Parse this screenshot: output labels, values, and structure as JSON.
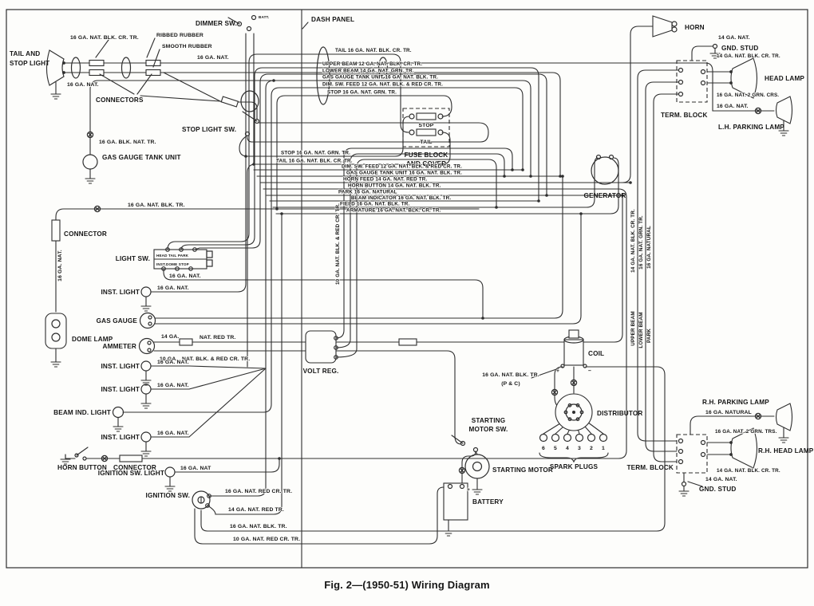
{
  "figure": {
    "caption": "Fig. 2—(1950-51) Wiring Diagram"
  },
  "panel": {
    "dash": "DASH PANEL"
  },
  "left": {
    "tail_stop_1": "TAIL AND",
    "tail_stop_2": "STOP LIGHT",
    "w_blkcr": "16 GA. NAT. BLK. CR. TR.",
    "ribbed": "RIBBED RUBBER",
    "smooth": "SMOOTH RUBBER",
    "w_nat_a": "16 GA. NAT.",
    "w_nat_b": "16 GA. NAT.",
    "connectors": "CONNECTORS",
    "stop_sw": "STOP LIGHT SW.",
    "w_blknat": "16 GA. BLK. NAT. TR.",
    "tank_unit": "GAS GAUGE TANK UNIT",
    "dimmer": "DIMMER SW.",
    "batt": "BATT."
  },
  "top_bundle": {
    "t1": "TAIL 16 GA. NAT. BLK. CR. TR.",
    "t2": "UPPER BEAM 12 GA. NAT. BLK. CR. TR.",
    "t3": "LOWER BEAM 14 GA. NAT. GRN. TR.",
    "t4": "GAS GAUGE TANK UNIT 16 GA. NAT. BLK. TR.",
    "t5": "DIM. SW. FEED 12 GA. NAT. BLK. & RED CR. TR.",
    "t6": "STOP 16 GA. NAT. GRN. TR."
  },
  "mid": {
    "m1": "STOP 16 GA. NAT. GRN. TR.",
    "m2": "TAIL 16 GA. NAT. BLK. CR. TR."
  },
  "fuse": {
    "stop": "STOP",
    "tail": "TAIL",
    "block_1": "FUSE BLOCK",
    "block_2": "AND COVER"
  },
  "feed": {
    "f1": "DIM. SW. FEED 12 GA. NAT. BLK. & RED CR. TR.",
    "f2": "GAS GAUGE TANK UNIT 16 GA. NAT. BLK. TR.",
    "f3": "HORN FEED 14 GA. NAT. RED TR.",
    "f4": "HORN BUTTON 14 GA. NAT. BLK. TR.",
    "f5": "PARK 16 GA. NATURAL",
    "f6": "BEAM INDICATOR 16 GA. NAT. BLK. TR.",
    "f7": "FIELD 16 GA. NAT. BLK. TR.",
    "f8": "ARMATURE 16 GA. NAT. BLK. CR. TR."
  },
  "generator": "GENERATOR",
  "volt_reg": {
    "label": "VOLT REG.",
    "wire": "10 GA. NAT. BLK. & RED CR. TR."
  },
  "left_col": {
    "w_blk_tr": "16 GA. NAT. BLK. TR.",
    "connector": "CONNECTOR",
    "w_nat_vert": "16 GA. NAT.",
    "light_sw": "LIGHT SW.",
    "lsw_row1": "HEAD  TAIL  PARK",
    "lsw_row2": "INST.DOME STOP",
    "w_under_lsw": "16 GA. NAT.",
    "inst_light": "INST. LIGHT",
    "w_nat": "16 GA. NAT.",
    "gas_gauge": "GAS GAUGE",
    "dome_lamp": "DOME LAMP",
    "ammeter": "AMMETER",
    "w14": "14 GA.",
    "nat_red": "NAT. RED TR.",
    "w10": "10 GA.",
    "nat_blk_red": "NAT. BLK. & RED CR. TR.",
    "beam_ind": "BEAM IND. LIGHT",
    "horn_button": "HORN BUTTON",
    "connector2": "CONNECTOR",
    "ign_sw_light": "IGNITION SW. LIGHT",
    "w_nat_ign": "16 GA. NAT",
    "ignition_sw": "IGNITION SW.",
    "b1": "16 GA. NAT. RED CR. TR.",
    "b2": "14 GA. NAT. RED TR.",
    "b3": "16 GA. NAT. BLK. TR.",
    "b4": "10 GA. NAT. RED CR. TR."
  },
  "engine": {
    "coil": "COIL",
    "coil_wire_1": "16 GA. NAT. BLK. TR.",
    "coil_wire_2": "(P & C)",
    "plus": "+",
    "minus": "−",
    "distributor": "DISTRIBUTOR",
    "spark_plugs": "SPARK PLUGS",
    "plugs": [
      "6",
      "5",
      "4",
      "3",
      "2",
      "1"
    ],
    "start_sw_1": "STARTING",
    "start_sw_2": "MOTOR SW.",
    "start_motor": "STARTING MOTOR",
    "battery": "BATTERY"
  },
  "right": {
    "horn": "HORN",
    "w14_nat": "14 GA. NAT.",
    "gnd_stud": "GND. STUD",
    "hl_wire_top": "14 GA. NAT. BLK. CR. TR.",
    "head_lamp": "HEAD LAMP",
    "hl_wire_bot": "16 GA. NAT. 2 GRN. CRS.",
    "term_block": "TERM. BLOCK",
    "w16_nat": "16 GA. NAT.",
    "lh_park": "L.H. PARKING LAMP",
    "v_w1": "14 GA. NAT. BLK. CR. TR.",
    "v_w2": "16 GA. NAT. GRN. TR.",
    "v_w3": "16 GA. NATURAL",
    "v_upper": "UPPER BEAM",
    "v_lower": "LOWER BEAM",
    "v_park": "PARK",
    "rh_park": "R.H. PARKING LAMP",
    "w16_natural": "16 GA. NATURAL",
    "rh_wire_top": "16 GA. NAT. 2 GRN. TRS.",
    "rh_head": "R.H. HEAD LAMP",
    "rh_wire_bot": "14 GA. NAT. BLK. CR. TR.",
    "term_block2": "TERM. BLOCK",
    "w14_nat2": "14 GA. NAT.",
    "gnd_stud2": "GND. STUD"
  }
}
